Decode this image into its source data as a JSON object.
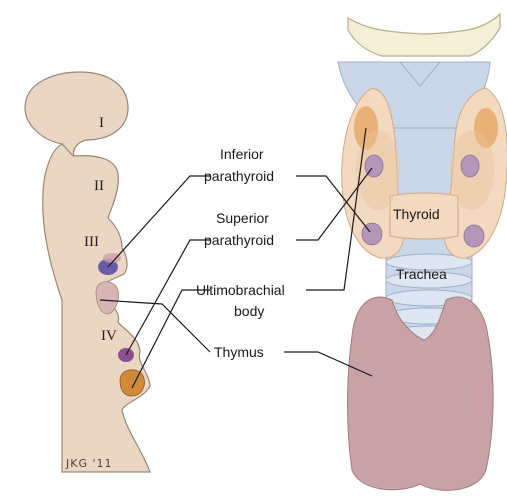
{
  "pouches": {
    "pouch_1": "I",
    "pouch_2": "II",
    "pouch_3": "III",
    "pouch_4": "IV"
  },
  "labels": {
    "inferior_line1": "Inferior",
    "inferior_line2": "parathyroid",
    "superior_line1": "Superior",
    "superior_line2": "parathyroid",
    "ultimobranchial_line1": "Ultimobrachial",
    "ultimobranchial_line2": "body",
    "thymus": "Thymus",
    "thyroid": "Thyroid",
    "trachea": "Trachea"
  },
  "signature": "JKG '11",
  "colors": {
    "embryo_fill": "#ead7c3",
    "embryo_stroke": "#9a8674",
    "parathyroid_inferior": "#6a5aa8",
    "parathyroid_superior": "#8a4f8f",
    "ultimobranchial": "#d08a3a",
    "thymus_fill": "#c9a2a6",
    "thyroid_fill": "#f3d9bf",
    "thyroid_highlight": "#e4a25b",
    "cartilage": "#c9d7e8",
    "gland_dot": "#b497b8"
  }
}
